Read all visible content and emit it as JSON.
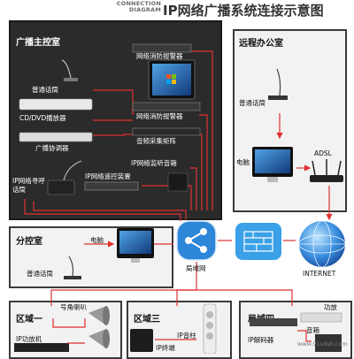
{
  "header": {
    "title_en_line1": "CONNECTION",
    "title_en_line2": "DIAGRAM",
    "title": "IP网络广播系统连接示意图"
  },
  "main_room": {
    "title": "广播主控室",
    "devices": {
      "mic": "普通话筒",
      "cd": "CD/DVD播放器",
      "tuner": "广播协调器",
      "alarm1": "网络消防报警器",
      "alarm2": "网络消防报警器",
      "matrix": "音频采集矩阵",
      "monitor_speaker": "IP网络监听音箱",
      "remote_paging": "IP网络遥控装置",
      "paging_mic": "IP网络寻呼话筒"
    }
  },
  "remote_office": {
    "title": "远程办公室",
    "mic": "普通话筒",
    "pc": "电脑",
    "router": "ADSL"
  },
  "branch_room": {
    "title": "分控室",
    "pc": "电脑",
    "mic": "普通话筒"
  },
  "network": {
    "lan": "局域网",
    "internet": "INTERNET"
  },
  "zone1": {
    "title": "区域一",
    "horn": "号角喇叭",
    "amp": "IP功放机"
  },
  "zone3": {
    "title": "区域三",
    "column": "IP音柱",
    "terminal": "IP终端"
  },
  "zone4": {
    "title": "局域四",
    "amp": "功放",
    "decoder": "IP解码器",
    "speaker": "音箱"
  },
  "watermark": "www.91sdsh.com",
  "colors": {
    "line_red": "#e03030",
    "panel_dark": "#2b2b2b",
    "hub_blue": "#2d86d8"
  }
}
